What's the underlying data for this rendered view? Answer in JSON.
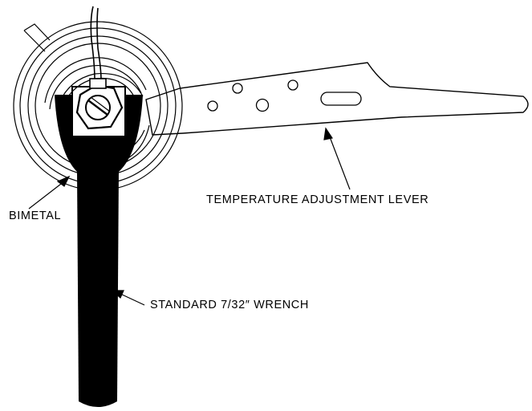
{
  "labels": {
    "temperature_adjustment_lever": "TEMPERATURE ADJUSTMENT LEVER",
    "bimetal": "BIMETAL",
    "wrench": "STANDARD 7/32″ WRENCH"
  },
  "colors": {
    "ink": "#000000",
    "paper": "#ffffff"
  }
}
